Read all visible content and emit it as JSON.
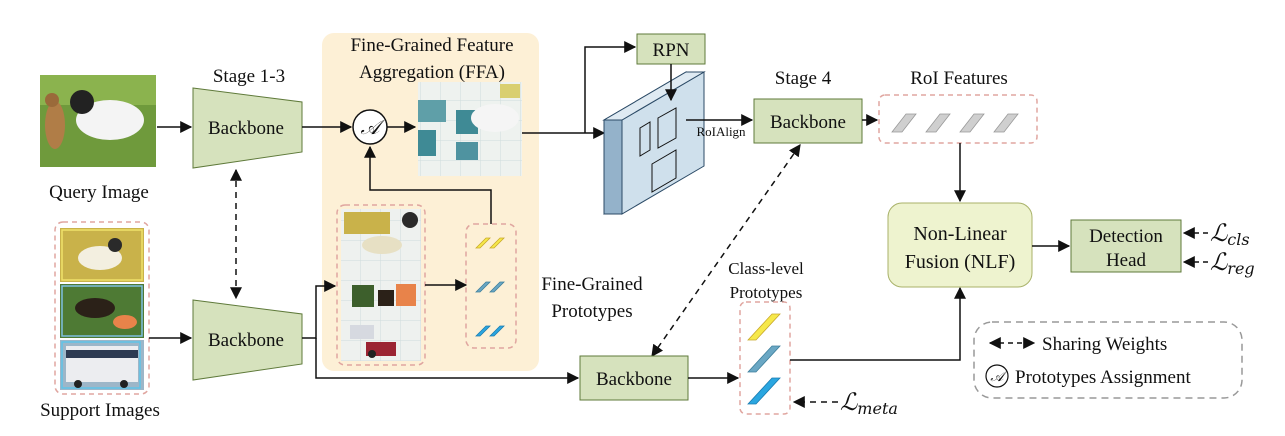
{
  "labels": {
    "query_image": "Query Image",
    "support_images": "Support Images",
    "stage_1_3": "Stage 1-3",
    "backbone": "Backbone",
    "ffa_title_line1": "Fine-Grained Feature",
    "ffa_title_line2": "Aggregation (FFA)",
    "assign_symbol": "𝒜",
    "fine_grained_line1": "Fine-Grained",
    "fine_grained_line2": "Prototypes",
    "rpn": "RPN",
    "roialign": "RoIAlign",
    "stage_4": "Stage 4",
    "roi_features": "RoI Features",
    "class_level_line1": "Class-level",
    "class_level_line2": "Prototypes",
    "nlf_line1": "Non-Linear",
    "nlf_line2": "Fusion (NLF)",
    "det_line1": "Detection",
    "det_line2": "Head",
    "loss_cls": "ℒcls",
    "loss_cls_main": "ℒ",
    "loss_cls_sub": "cls",
    "loss_reg_main": "ℒ",
    "loss_reg_sub": "reg",
    "loss_meta_main": "ℒ",
    "loss_meta_sub": "meta",
    "legend_sharing": "Sharing Weights",
    "legend_assignment": "Prototypes Assignment"
  },
  "colors": {
    "backbone_fill": "#d6e2bd",
    "backbone_stroke": "#5f7a3a",
    "ffa_bg": "#fdf0d6",
    "nlf_fill": "#eef3cf",
    "dashed_border": "#e0a6a0",
    "feature_map": "#b9cfe0",
    "proto_yellow": "#f6e84a",
    "proto_teal": "#6aa7c4",
    "proto_blue": "#2aa6e0"
  }
}
